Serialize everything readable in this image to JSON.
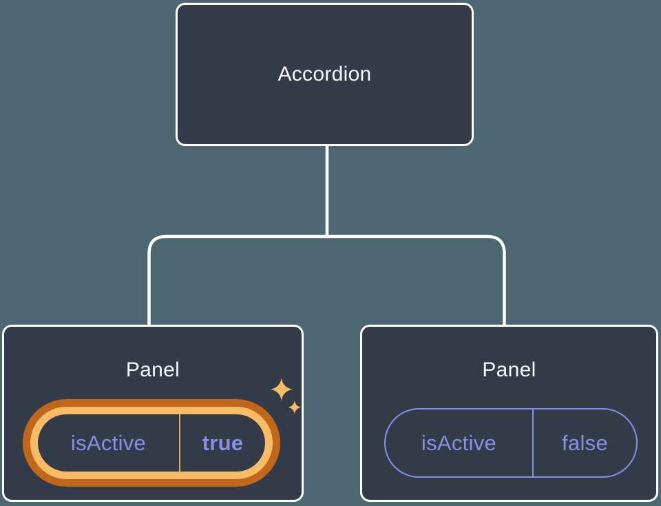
{
  "colors": {
    "background": "#4C6771",
    "node-fill": "#343B48",
    "node-border": "#FFFFFF",
    "connector": "#FFFFFF",
    "title-text": "#F6F7F9",
    "state-text": "#8590E6",
    "state-border": "#8590E6",
    "highlight-outer": "#C0671C",
    "highlight-inner": "#F9BC66",
    "highlight-divider": "#E8A94E"
  },
  "diagram": {
    "type": "component-tree",
    "root": {
      "label": "Accordion"
    },
    "children": [
      {
        "label": "Panel",
        "state": {
          "name": "isActive",
          "value": "true"
        },
        "highlighted": true,
        "icon": "sparkles-icon"
      },
      {
        "label": "Panel",
        "state": {
          "name": "isActive",
          "value": "false"
        },
        "highlighted": false
      }
    ]
  }
}
